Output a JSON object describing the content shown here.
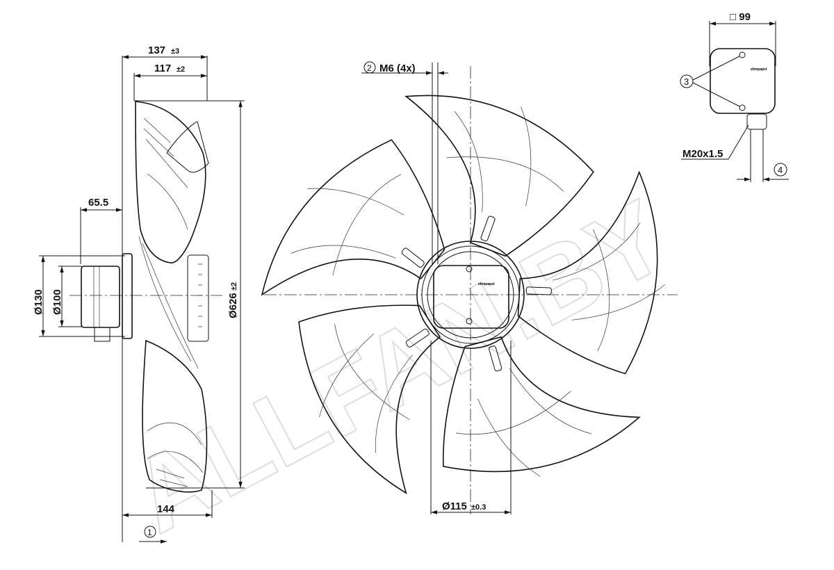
{
  "drawing": {
    "watermark": "ALLFAN.BY",
    "brand_label": "ebmpapst",
    "side_view": {
      "overall_depth": {
        "value": "137",
        "tolerance": "±3"
      },
      "blade_depth": {
        "value": "117",
        "tolerance": "±2"
      },
      "motor_offset": {
        "value": "65.5"
      },
      "flange_diameter": {
        "value": "Ø130"
      },
      "motor_diameter": {
        "value": "Ø100"
      },
      "fan_diameter": {
        "value": "Ø626",
        "tolerance": "±2"
      },
      "total_depth": {
        "value": "144"
      },
      "airflow_marker": "1"
    },
    "front_view": {
      "mount_marker": "2",
      "mount_thread": "M6 (4x)",
      "hub_diameter": {
        "value": "Ø115",
        "tolerance": "±0.3"
      }
    },
    "terminal_box": {
      "size": "□ 99",
      "screw_marker": "3",
      "gland_thread": "M20x1.5",
      "cable_marker": "4"
    }
  }
}
